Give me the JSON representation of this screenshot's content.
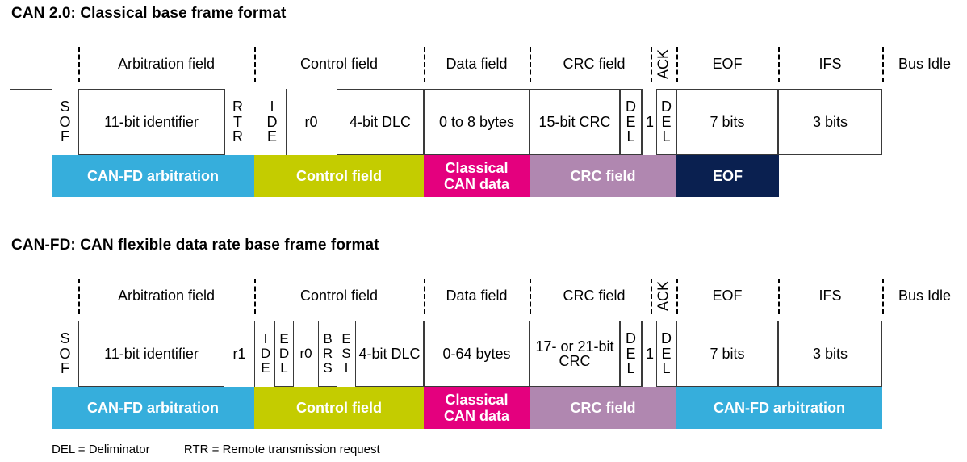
{
  "colors": {
    "cyan": "#36AEDC",
    "olive": "#C4CC00",
    "magenta": "#E4007E",
    "purple": "#B087B0",
    "navy": "#0A2050",
    "stroke": "#3a3a3a"
  },
  "diagram1": {
    "title": "CAN 2.0: Classical base frame format",
    "captions": [
      {
        "text": "Arbitration field"
      },
      {
        "text": "Control field"
      },
      {
        "text": "Data field"
      },
      {
        "text": "CRC field"
      },
      {
        "text": "ACK"
      },
      {
        "text": "EOF"
      },
      {
        "text": "IFS"
      },
      {
        "text": "Bus Idle"
      }
    ],
    "fields": [
      {
        "label": "S\nO\nF"
      },
      {
        "label": "11-bit identifier"
      },
      {
        "label": "R\nT\nR"
      },
      {
        "label": "I\nD\nE"
      },
      {
        "label": "r0"
      },
      {
        "label": "4-bit DLC"
      },
      {
        "label": "0 to 8 bytes"
      },
      {
        "label": "15-bit CRC"
      },
      {
        "label": "D\nE\nL"
      },
      {
        "label": "1"
      },
      {
        "label": "D\nE\nL"
      },
      {
        "label": "7 bits"
      },
      {
        "label": "3 bits"
      }
    ],
    "bars": [
      {
        "label": "CAN-FD arbitration",
        "color": "#36AEDC"
      },
      {
        "label": "Control field",
        "color": "#C4CC00"
      },
      {
        "label": "Classical\nCAN data",
        "color": "#E4007E"
      },
      {
        "label": "CRC field",
        "color": "#B087B0"
      },
      {
        "label": "EOF",
        "color": "#0A2050"
      }
    ]
  },
  "diagram2": {
    "title": "CAN-FD: CAN flexible data rate base frame format",
    "captions": [
      {
        "text": "Arbitration field"
      },
      {
        "text": "Control field"
      },
      {
        "text": "Data field"
      },
      {
        "text": "CRC field"
      },
      {
        "text": "ACK"
      },
      {
        "text": "EOF"
      },
      {
        "text": "IFS"
      },
      {
        "text": "Bus Idle"
      }
    ],
    "fields": [
      {
        "label": "S\nO\nF"
      },
      {
        "label": "11-bit identifier"
      },
      {
        "label": "r1"
      },
      {
        "label": "I\nD\nE"
      },
      {
        "label": "E\nD\nL"
      },
      {
        "label": "r0"
      },
      {
        "label": "B\nR\nS"
      },
      {
        "label": "E\nS\nI"
      },
      {
        "label": "4-bit DLC"
      },
      {
        "label": "0-64 bytes"
      },
      {
        "label": "17- or 21-bit CRC"
      },
      {
        "label": "D\nE\nL"
      },
      {
        "label": "1"
      },
      {
        "label": "D\nE\nL"
      },
      {
        "label": "7 bits"
      },
      {
        "label": "3 bits"
      }
    ],
    "bars": [
      {
        "label": "CAN-FD arbitration",
        "color": "#36AEDC"
      },
      {
        "label": "Control field",
        "color": "#C4CC00"
      },
      {
        "label": "Classical\nCAN data",
        "color": "#E4007E"
      },
      {
        "label": "CRC field",
        "color": "#B087B0"
      },
      {
        "label": "CAN-FD arbitration",
        "color": "#36AEDC"
      }
    ]
  },
  "legend": {
    "item1": "DEL = Deliminator",
    "item2": "RTR = Remote transmission request"
  }
}
